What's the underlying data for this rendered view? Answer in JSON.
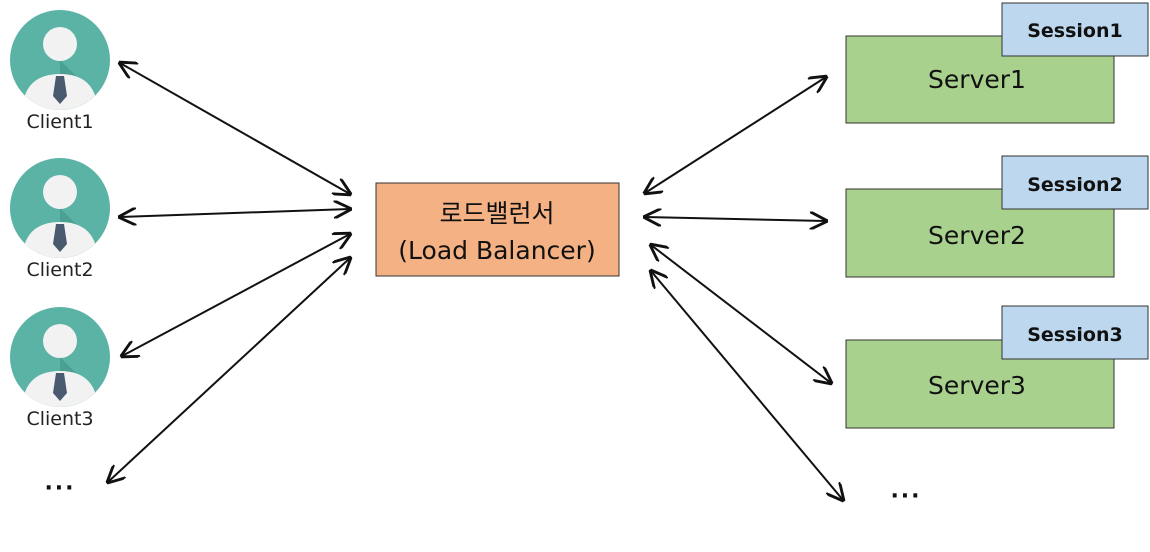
{
  "clients": [
    {
      "label": "Client1"
    },
    {
      "label": "Client2"
    },
    {
      "label": "Client3"
    }
  ],
  "clients_more": "···",
  "load_balancer": {
    "line1": "로드밸런서",
    "line2": "(Load Balancer)"
  },
  "servers": [
    {
      "label": "Server1",
      "session": "Session1"
    },
    {
      "label": "Server2",
      "session": "Session2"
    },
    {
      "label": "Server3",
      "session": "Session3"
    }
  ],
  "servers_more": "···",
  "colors": {
    "avatar_bg": "#5bb3a6",
    "avatar_shadow": "#3f9386",
    "avatar_face": "#f2f2f2",
    "tie": "#4a5a6e",
    "load_balancer_fill": "#f4b183",
    "server_fill": "#a9d18e",
    "session_fill": "#bdd7ee",
    "border": "#333333"
  }
}
